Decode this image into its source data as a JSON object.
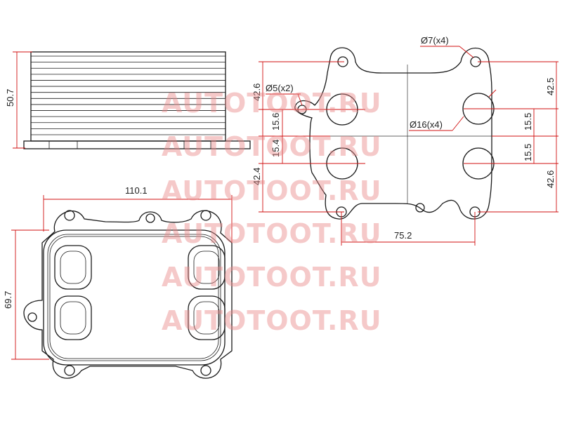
{
  "watermarks": [
    "AUTOTOOT.RU",
    "AUTOTOOT.RU",
    "AUTOTOOT.RU",
    "AUTOTOOT.RU",
    "AUTOTOOT.RU",
    "AUTOTOOT.RU"
  ],
  "colors": {
    "dimension_lines": "#d01010",
    "outline": "#1a1a1a",
    "watermark": "#e98a8a"
  },
  "dimensions": {
    "side_height": "50.7",
    "front_width": "110.1",
    "front_height": "69.7",
    "gasket_left_upper": "42.6",
    "gasket_left_mid_upper": "15.6",
    "gasket_left_mid_lower": "15.4",
    "gasket_left_lower": "42.4",
    "gasket_right_upper": "42.5",
    "gasket_right_mid_upper": "15.5",
    "gasket_right_mid_lower": "15.5",
    "gasket_right_lower": "42.6",
    "gasket_hole_span": "75.2",
    "small_hole_callout": "Ø5(x2)",
    "bolt_hole_callout": "Ø7(x4)",
    "port_callout": "Ø16(x4)"
  }
}
